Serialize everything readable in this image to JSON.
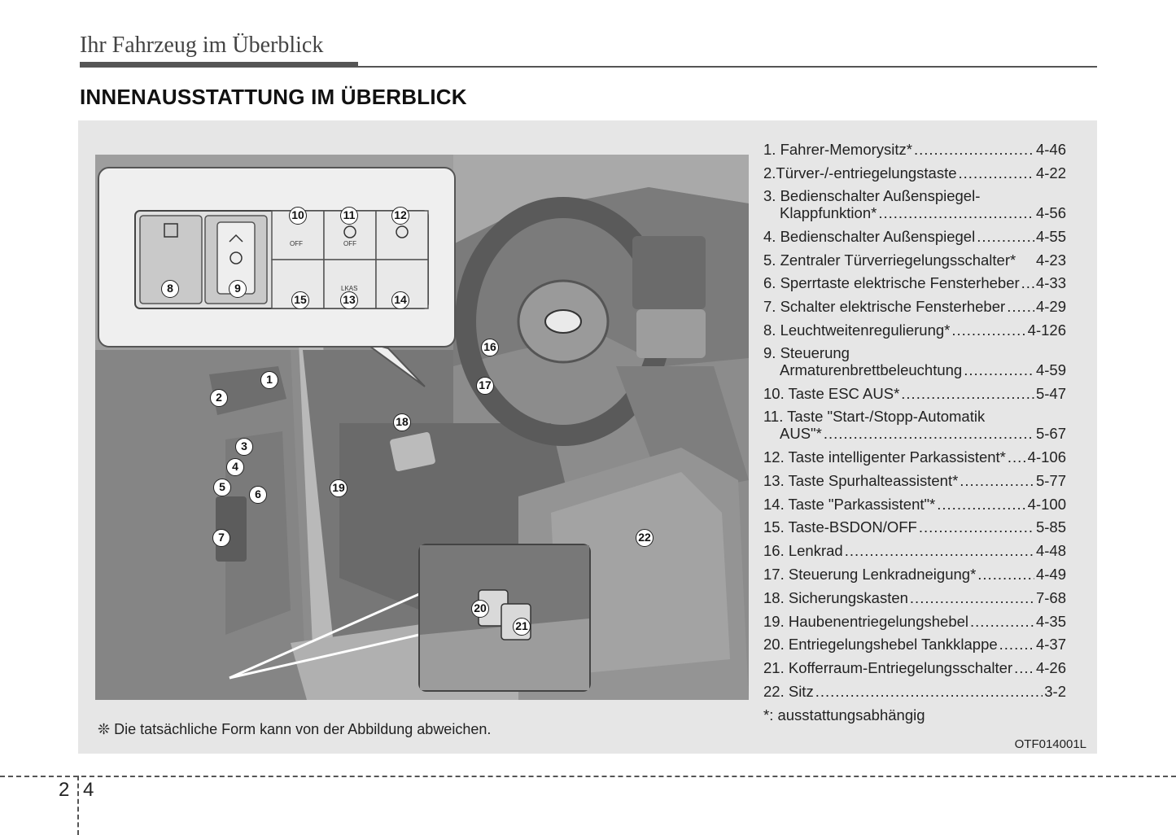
{
  "header": {
    "title": "Ihr Fahrzeug im Überblick"
  },
  "section": {
    "title": "INNENAUSSTATTUNG IM ÜBERBLICK"
  },
  "figure": {
    "callout_labels": {
      "esc": "OFF",
      "isg": "OFF",
      "lkas": "LKAS"
    },
    "numbers": [
      "1",
      "2",
      "3",
      "4",
      "5",
      "6",
      "7",
      "8",
      "9",
      "10",
      "11",
      "12",
      "13",
      "14",
      "15",
      "16",
      "17",
      "18",
      "19",
      "20",
      "21",
      "22"
    ]
  },
  "note": "❊ Die tatsächliche Form kann von der Abbildung abweichen.",
  "code": "OTF014001L",
  "items": [
    {
      "label": "1. Fahrer-Memorysitz*",
      "page": "4-46"
    },
    {
      "label": "2.Türver-/-entriegelungstaste",
      "page": "4-22"
    },
    {
      "label": "3. Bedienschalter Außenspiegel-",
      "cont": "Klappfunktion*",
      "page": "4-56"
    },
    {
      "label": "4. Bedienschalter Außenspiegel",
      "page": "4-55"
    },
    {
      "label": "5. Zentraler Türverriegelungsschalter*",
      "page": "4-23"
    },
    {
      "label": "6. Sperrtaste elektrische Fensterheber",
      "page": "4-33"
    },
    {
      "label": "7. Schalter elektrische Fensterheber",
      "page": "4-29"
    },
    {
      "label": "8. Leuchtweitenregulierung*",
      "page": "4-126"
    },
    {
      "label": "9. Steuerung",
      "cont": "Armaturenbrettbeleuchtung",
      "page": "4-59"
    },
    {
      "label": "10. Taste ESC AUS*",
      "page": "5-47"
    },
    {
      "label": "11. Taste \"Start-/Stopp-Automatik",
      "cont": "AUS\"*",
      "page": "5-67"
    },
    {
      "label": "12. Taste intelligenter Parkassistent*",
      "page": "4-106"
    },
    {
      "label": "13. Taste Spurhalteassistent*",
      "page": "5-77"
    },
    {
      "label": "14. Taste \"Parkassistent\"*",
      "page": "4-100"
    },
    {
      "label": "15. Taste-BSDON/OFF",
      "page": "5-85"
    },
    {
      "label": "16. Lenkrad",
      "page": "4-48"
    },
    {
      "label": "17. Steuerung Lenkradneigung*",
      "page": "4-49"
    },
    {
      "label": "18. Sicherungskasten",
      "page": "7-68"
    },
    {
      "label": "19. Haubenentriegelungshebel",
      "page": "4-35"
    },
    {
      "label": "20. Entriegelungshebel Tankklappe",
      "page": "4-37"
    },
    {
      "label": "21. Kofferraum-Entriegelungsschalter",
      "page": "4-26"
    },
    {
      "label": "22. Sitz",
      "page": "3-2"
    }
  ],
  "footnote": "*: ausstattungsabhängig",
  "page_number": {
    "chapter": "2",
    "page": "4"
  }
}
